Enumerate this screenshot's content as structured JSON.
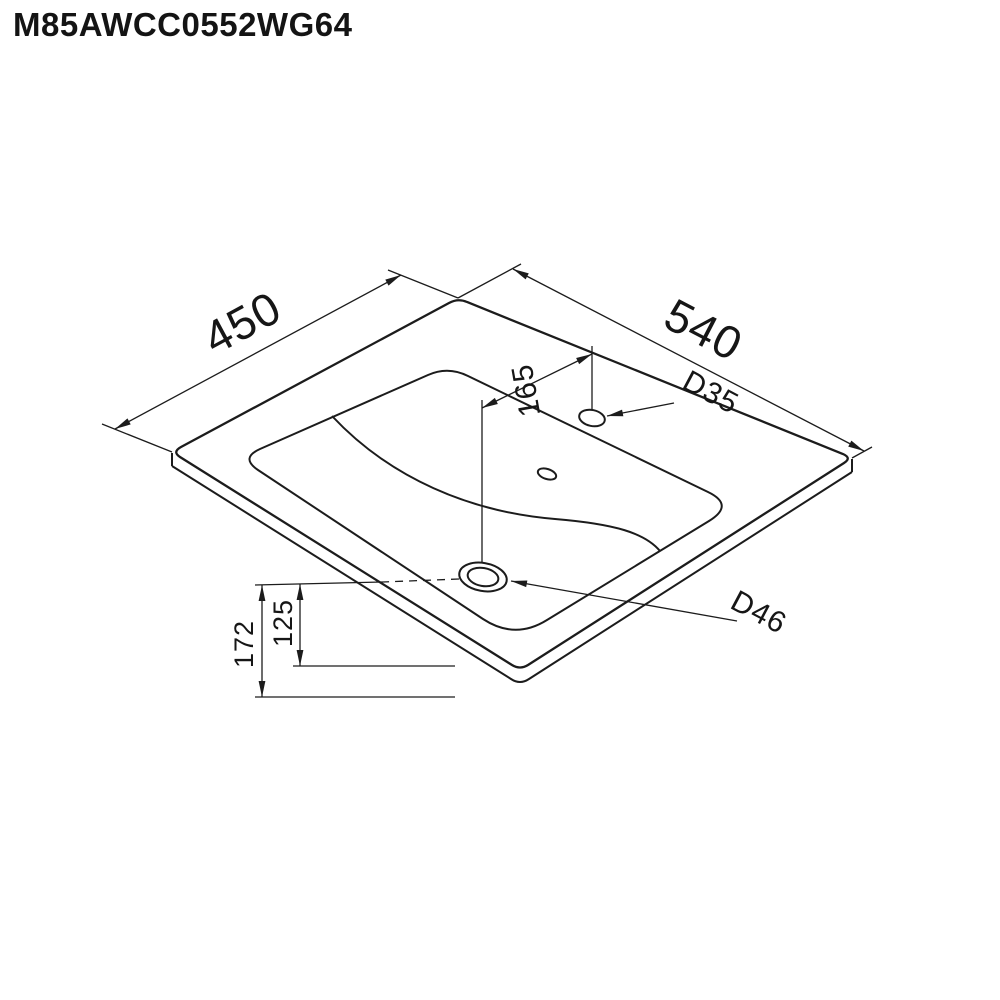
{
  "header": {
    "product_code": "M85AWCC0552WG64"
  },
  "drawing": {
    "type": "isometric technical drawing",
    "subject": "washbasin top with faucet hole, overflow and drain",
    "colors": {
      "background": "#ffffff",
      "line": "#1c1c1c",
      "text": "#161616"
    },
    "labels": {
      "width": "450",
      "length": "540",
      "faucet_offset": "165",
      "faucet_hole_d": "D35",
      "drain_d": "D46",
      "inner_depth": "125",
      "outer_depth": "172"
    }
  }
}
